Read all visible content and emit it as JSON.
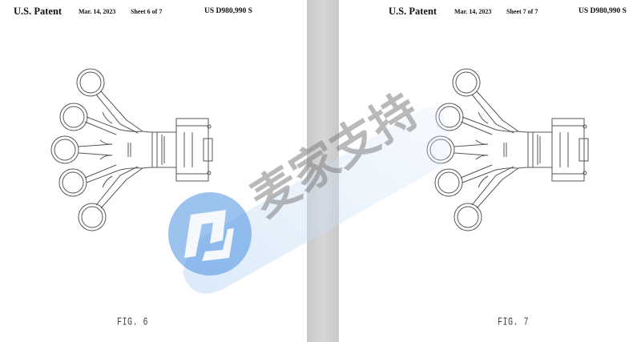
{
  "sheets": [
    {
      "patent_label": "U.S. Patent",
      "date": "Mar. 14, 2023",
      "sheet_label": "Sheet 6 of 7",
      "patent_number": "US D980,990 S",
      "figure_label": "FIG. 6"
    },
    {
      "patent_label": "U.S. Patent",
      "date": "Mar. 14, 2023",
      "sheet_label": "Sheet 7 of 7",
      "patent_number": "US D980,990 S",
      "figure_label": "FIG. 7"
    }
  ],
  "watermark": {
    "text": "麦家支持",
    "logo_icon": "brand-logo-icon",
    "color": "#4a8fe0"
  },
  "colors": {
    "line": "#555555",
    "gutter": "#cccccc"
  }
}
